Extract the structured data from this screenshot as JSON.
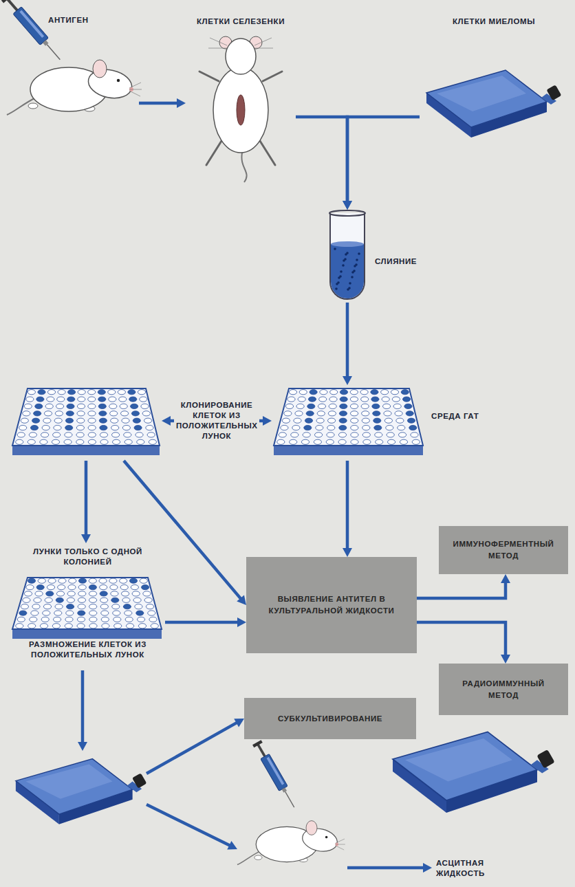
{
  "diagram": {
    "nodes": [
      {
        "text": [
          "АНТИГЕН"
        ]
      },
      {
        "text": [
          "КЛЕТКИ СЕЛЕЗЕНКИ"
        ]
      },
      {
        "text": [
          "КЛЕТКИ МИЕЛОМЫ"
        ]
      },
      {
        "text": [
          "СЛИЯНИЕ"
        ]
      },
      {
        "text": []
      },
      {
        "text": [
          "СРЕДА ГАТ"
        ]
      },
      {
        "text": [
          "ЛУНКИ ТОЛЬКО С ОДНОЙ КОЛОНИЕЙ",
          "РАЗМНОЖЕНИЕ КЛЕТОК ИЗ ПОЛОЖИТЕЛЬНЫХ ЛУНОК"
        ]
      },
      {
        "text": [
          "ИММУНОФЕРМЕНТНЫЙ МЕТОД"
        ]
      },
      {
        "text": [
          "ВЫЯВЛЕНИЕ АНТИТЕЛ В КУЛЬТУРАЛЬНОЙ ЖИДКОСТИ"
        ]
      },
      {
        "text": [
          "РАДИОИММУННЫЙ МЕТОД"
        ]
      },
      {
        "text": [
          "СУБКУЛЬТИВИРОВАНИЕ"
        ]
      },
      {
        "text": []
      },
      {
        "text": []
      },
      {
        "text": [
          "АСЦИТНАЯ ЖИДКОСТЬ"
        ]
      }
    ],
    "edges": [
      {
        "from": 0,
        "to": 1,
        "arrow": "to"
      },
      {
        "from": 1,
        "to": 3,
        "arrow": "to"
      },
      {
        "from": 2,
        "to": 3,
        "arrow": "to"
      },
      {
        "from": 3,
        "to": 5,
        "arrow": "to"
      },
      {
        "from": 5,
        "to": 4,
        "label": "КЛОНИРОВАНИЕ КЛЕТОК ИЗ ПОЛОЖИТЕЛЬНЫХ ЛУНОК",
        "arrow": "both"
      },
      {
        "from": 5,
        "to": 8,
        "arrow": "to"
      },
      {
        "from": 4,
        "to": 6,
        "arrow": "to"
      },
      {
        "from": 4,
        "to": 8,
        "arrow": "to"
      },
      {
        "from": 6,
        "to": 8,
        "arrow": "to"
      },
      {
        "from": 8,
        "to": 7,
        "arrow": "to"
      },
      {
        "from": 8,
        "to": 9,
        "arrow": "to"
      },
      {
        "from": 6,
        "to": 11,
        "arrow": "to"
      },
      {
        "from": 11,
        "to": 10,
        "arrow": "to"
      },
      {
        "from": 11,
        "to": 12,
        "arrow": "to"
      },
      {
        "from": 12,
        "to": 13,
        "arrow": "to"
      }
    ]
  }
}
